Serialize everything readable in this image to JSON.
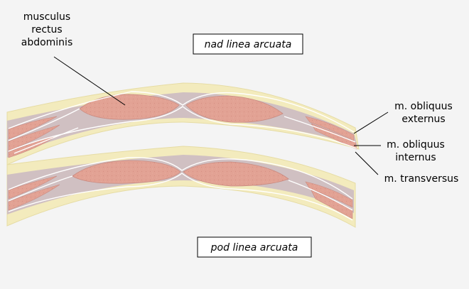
{
  "colors": {
    "background": "#f4f4f4",
    "skin": "#f3ebbd",
    "fascia": "#d0c0c2",
    "muscle": "#e2a294",
    "muscle_edge": "#c98a80",
    "sheath_line": "#ffffff",
    "leader": "#000000"
  },
  "labels": {
    "rectus": [
      "musculus",
      "rectus",
      "abdominis"
    ],
    "obliquus_externus": [
      "m. obliquus",
      "externus"
    ],
    "obliquus_internus": [
      "m. obliquus",
      "internus"
    ],
    "transversus": [
      "m. transversus"
    ]
  },
  "titles": {
    "upper": "nad linea arcuata",
    "lower": "pod linea arcuata"
  }
}
